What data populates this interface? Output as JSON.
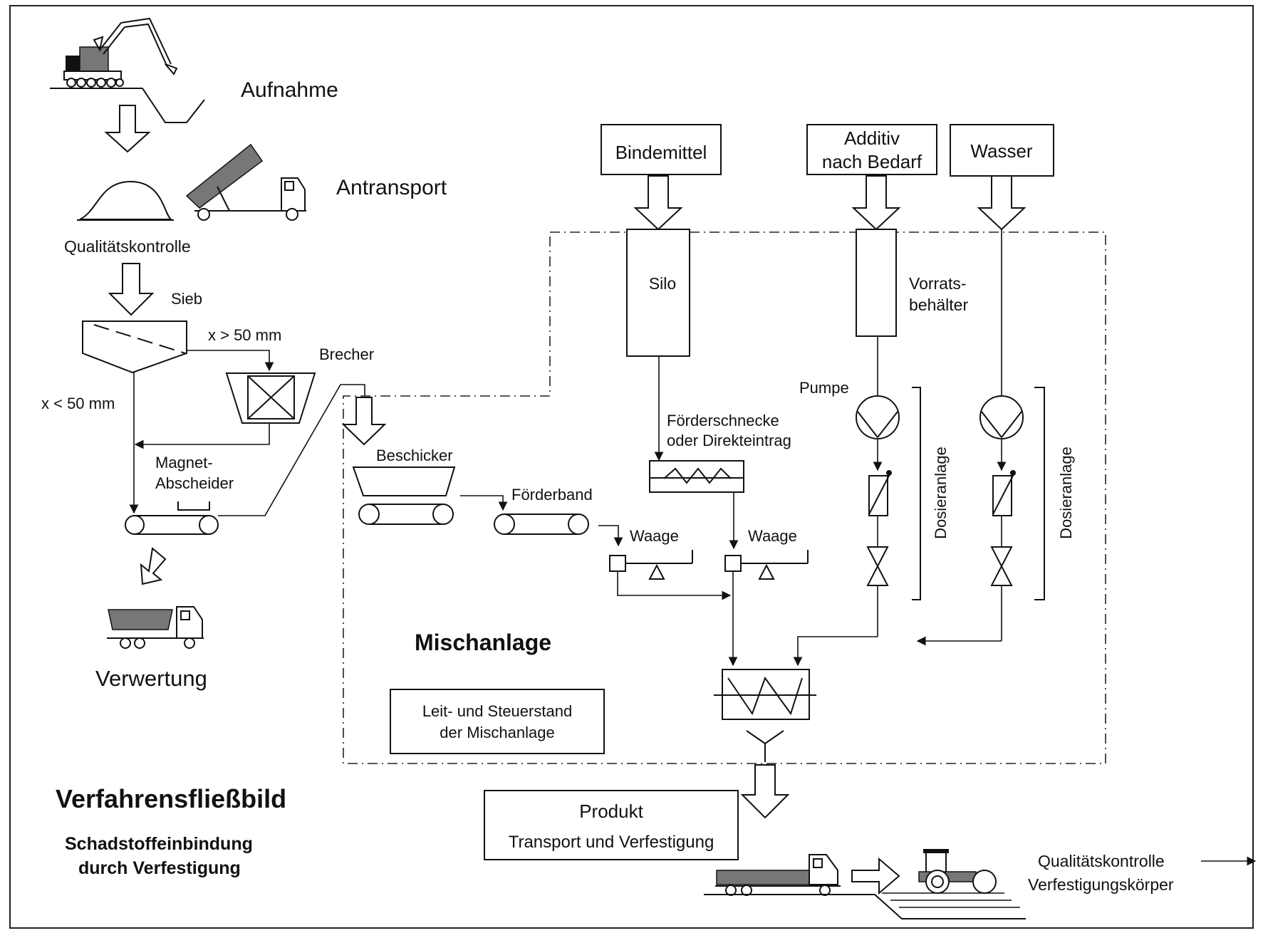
{
  "labels": {
    "aufnahme": "Aufnahme",
    "antransport": "Antransport",
    "qualitaetskontrolle": "Qualitätskontrolle",
    "sieb": "Sieb",
    "x_gt": "x > 50 mm",
    "x_lt": "x < 50 mm",
    "brecher": "Brecher",
    "magnet_1": "Magnet-",
    "magnet_2": "Abscheider",
    "verwertung": "Verwertung",
    "bindemittel": "Bindemittel",
    "additiv_1": "Additiv",
    "additiv_2": "nach Bedarf",
    "wasser": "Wasser",
    "silo": "Silo",
    "vorrats_1": "Vorrats-",
    "vorrats_2": "behälter",
    "pumpe": "Pumpe",
    "foerderschnecke_1": "Förderschnecke",
    "foerderschnecke_2": "oder Direkteintrag",
    "beschicker": "Beschicker",
    "foerderband": "Förderband",
    "waage_1": "Waage",
    "waage_2": "Waage",
    "dosieranlage_1": "Dosieranlage",
    "dosieranlage_2": "Dosieranlage",
    "mischanlage": "Mischanlage",
    "leit_1": "Leit- und Steuerstand",
    "leit_2": "der Mischanlage",
    "verfahrens_title": "Verfahrensfließbild",
    "subtitle_1": "Schadstoffeinbindung",
    "subtitle_2": "durch Verfestigung",
    "produkt": "Produkt",
    "transport": "Transport und Verfestigung",
    "qk2_1": "Qualitätskontrolle",
    "qk2_2": "Verfestigungskörper"
  },
  "icons": [
    "excavator-icon",
    "dump-truck-icon",
    "material-heap-icon",
    "screen-icon",
    "crusher-icon",
    "conveyor-icon",
    "magnet-icon",
    "loaded-truck-icon",
    "silo-icon",
    "screw-conveyor-icon",
    "scale-icon",
    "pump-icon",
    "flowmeter-icon",
    "valve-icon",
    "mixer-icon",
    "roller-icon",
    "flow-arrow-icon"
  ]
}
